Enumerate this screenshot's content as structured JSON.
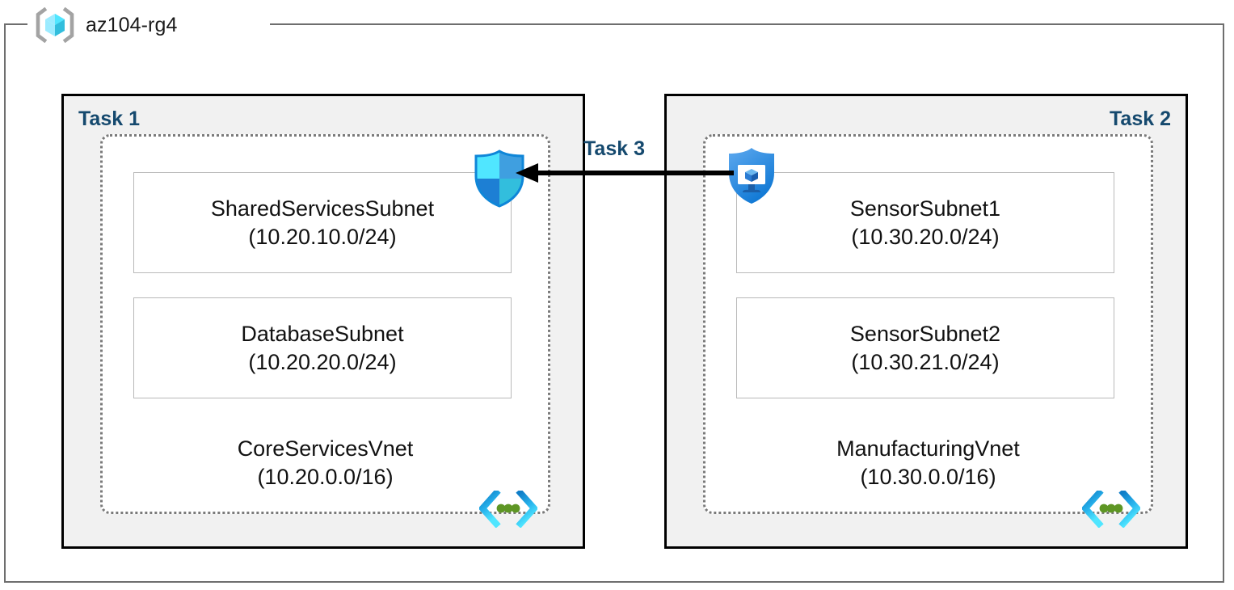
{
  "resource_group": {
    "name": "az104-rg4",
    "icon": "resource-group-cube-icon"
  },
  "tasks": [
    {
      "id": "task-1",
      "label": "Task 1",
      "align": "left"
    },
    {
      "id": "task-2",
      "label": "Task 2",
      "align": "right"
    },
    {
      "id": "task-3",
      "label": "Task 3"
    }
  ],
  "vnets": [
    {
      "id": "core-services",
      "name": "CoreServicesVnet",
      "cidr": "(10.20.0.0/16)",
      "icon": "virtual-network-icon",
      "subnets": [
        {
          "name": "SharedServicesSubnet",
          "cidr": "(10.20.10.0/24)"
        },
        {
          "name": "DatabaseSubnet",
          "cidr": "(10.20.20.0/24)"
        }
      ]
    },
    {
      "id": "manufacturing",
      "name": "ManufacturingVnet",
      "cidr": "(10.30.0.0/16)",
      "icon": "virtual-network-icon",
      "subnets": [
        {
          "name": "SensorSubnet1",
          "cidr": "(10.30.20.0/24)"
        },
        {
          "name": "SensorSubnet2",
          "cidr": "(10.30.21.0/24)"
        }
      ]
    }
  ],
  "icons": {
    "firewall_shield": "firewall-shield-icon",
    "bastion_shield": "bastion-shield-icon",
    "peering_arrow": "peering-arrow-icon"
  },
  "colors": {
    "task_label": "#15496e",
    "panel_fill": "#f1f1f1",
    "panel_border": "#000000",
    "vnet_border": "#7a7a7a",
    "subnet_border": "#b9b9b9",
    "rg_border": "#6e6e6e",
    "azure_cyan": "#50e6ff",
    "azure_blue": "#0078d4",
    "vnet_green": "#5e9624",
    "arrow": "#000000"
  }
}
